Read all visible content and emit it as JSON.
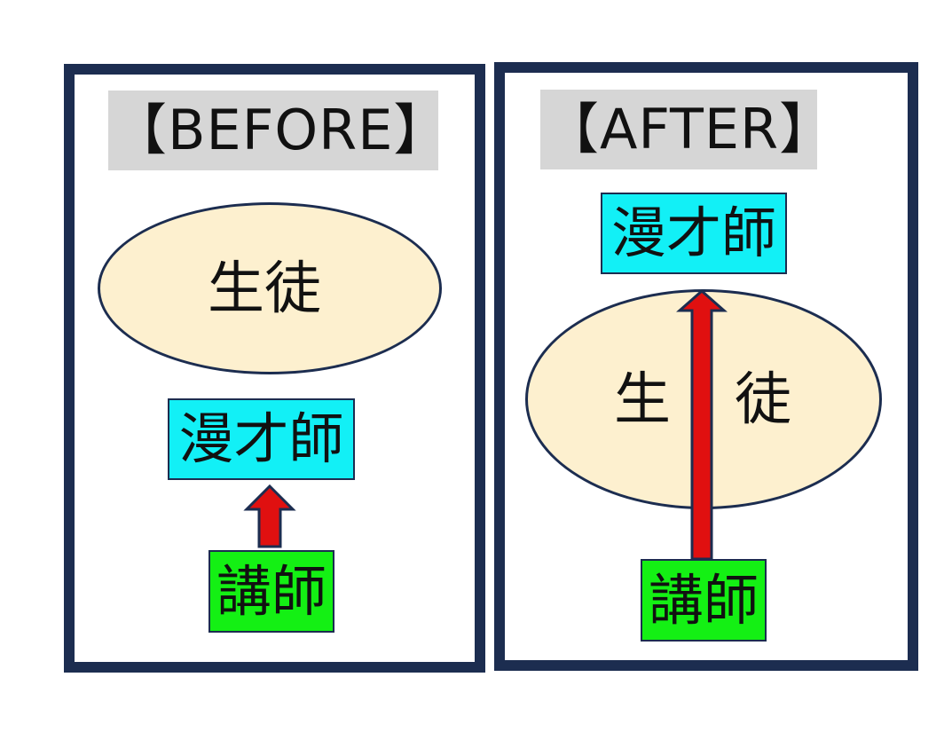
{
  "before": {
    "title": "【BEFORE】",
    "ellipse_label": "生徒",
    "top_box_label": "漫才師",
    "bottom_box_label": "講師"
  },
  "after": {
    "title": "【AFTER】",
    "top_box_label": "漫才師",
    "ellipse_label_left": "生",
    "ellipse_label_right": "徒",
    "bottom_box_label": "講師"
  },
  "colors": {
    "frame": "#1c2d50",
    "title_background": "#d6d6d6",
    "ellipse_fill": "#fdf0cf",
    "manzaishi_box": "#12f0f6",
    "koushi_box": "#14f014",
    "arrow_fill": "#e01010"
  }
}
